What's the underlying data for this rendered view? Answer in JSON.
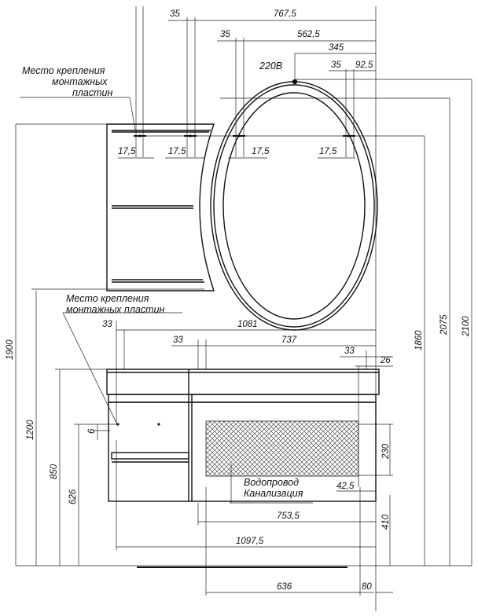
{
  "labels": {
    "mount_plates_top": [
      "Место крепления",
      "монтажных",
      "пластин"
    ],
    "mount_plates_bottom": [
      "Место крепления",
      "монтажных пластин"
    ],
    "power": "220В",
    "utilities": [
      "Водопровод",
      "Канализация"
    ]
  },
  "dims": {
    "d35_top": "35",
    "d767": "767,5",
    "d35_2": "35",
    "d562": "562,5",
    "d345": "345",
    "d35_3": "35",
    "d92": "92,5",
    "d17a": "17,5",
    "d17b": "17,5",
    "d17c": "17,5",
    "d17d": "17,5",
    "d33a": "33",
    "d1081": "1081",
    "d33b": "33",
    "d737": "737",
    "d33c": "33",
    "d26": "26",
    "d6": "6",
    "d230": "230",
    "d425": "42,5",
    "d753": "753,5",
    "d410": "410",
    "d1097": "1097,5",
    "d636": "636",
    "d80": "80",
    "d1900": "1900",
    "d1200": "1200",
    "d850": "850",
    "d626": "626",
    "d1860": "1860",
    "d2075": "2075",
    "d2100": "2100"
  }
}
